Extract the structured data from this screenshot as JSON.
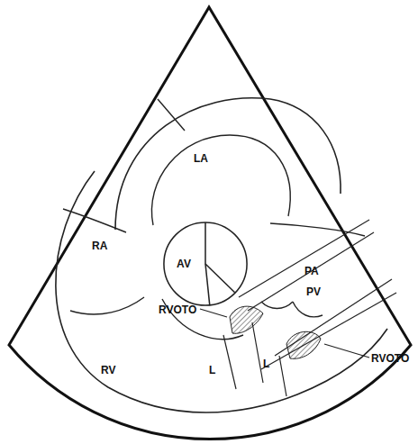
{
  "diagram": {
    "nodes": [
      {
        "text": [
          "AV"
        ]
      }
    ],
    "labels": [
      "LA",
      "RA",
      "PA",
      "PV",
      "RVOTO",
      "RV",
      "L",
      "L",
      "RVOTO"
    ]
  }
}
